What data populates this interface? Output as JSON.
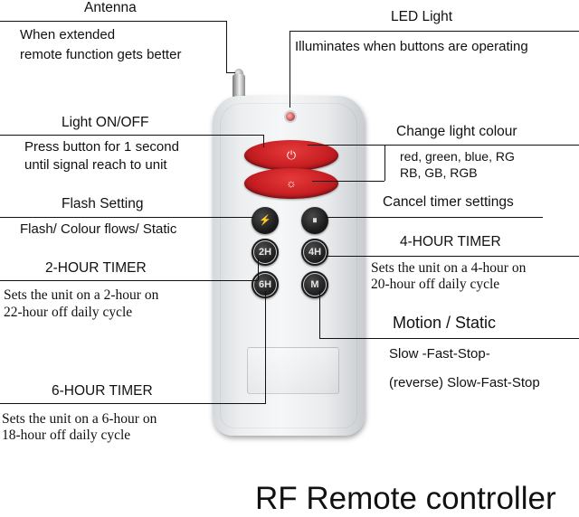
{
  "annotations": {
    "antenna": {
      "heading": "Antenna",
      "desc_lines": [
        "When extended",
        "remote function gets better"
      ]
    },
    "led_light": {
      "heading": "LED Light",
      "desc": "Illuminates when buttons are operating"
    },
    "light_on_off": {
      "heading": "Light ON/OFF",
      "desc_lines": [
        "Press button for 1 second",
        "until signal reach to unit"
      ]
    },
    "change_colour": {
      "heading": "Change light colour",
      "desc_lines": [
        "red, green, blue, RG",
        "RB, GB, RGB"
      ]
    },
    "flash_setting": {
      "heading": "Flash Setting",
      "desc": "Flash/ Colour flows/ Static"
    },
    "cancel_timer": {
      "heading": "Cancel timer settings"
    },
    "four_hour": {
      "heading": "4-HOUR TIMER",
      "desc_lines": [
        "Sets the unit on a 4-hour on",
        "20-hour off daily cycle"
      ]
    },
    "two_hour": {
      "heading": "2-HOUR TIMER",
      "desc_lines": [
        "Sets the unit on a 2-hour on",
        "22-hour off daily cycle"
      ]
    },
    "motion_static": {
      "heading": "Motion / Static",
      "desc_lines": [
        "Slow -Fast-Stop-",
        "(reverse) Slow-Fast-Stop"
      ]
    },
    "six_hour": {
      "heading": "6-HOUR TIMER",
      "desc_lines": [
        "Sets the unit on a 6-hour on",
        "18-hour off daily cycle"
      ]
    }
  },
  "remote": {
    "buttons": {
      "power": "⏻",
      "light": "☼",
      "flash": "⚡",
      "cancel": "⏸",
      "two_hour": "2H",
      "four_hour": "4H",
      "six_hour": "6H",
      "motion": "M"
    }
  },
  "caption": "RF Remote controller"
}
